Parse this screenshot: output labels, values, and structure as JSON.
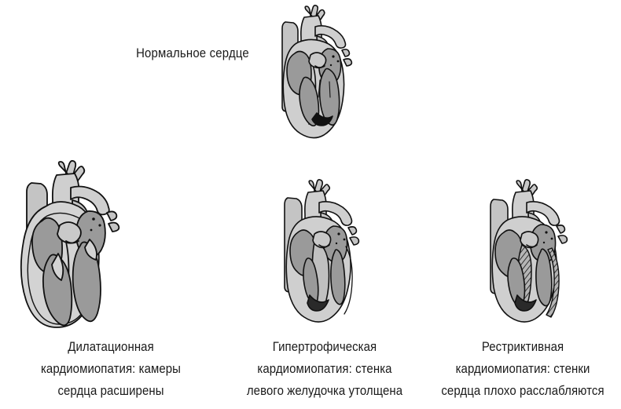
{
  "figure": {
    "type": "medical-illustration",
    "subject": "Cardiomyopathy types compared with a normal heart",
    "language": "ru",
    "background_color": "#ffffff"
  },
  "palette": {
    "outline": "#111111",
    "myocardium": "#c9c9c9",
    "myocardium_light": "#d6d6d6",
    "chamber": "#9a9a9a",
    "chamber_dark": "#8e8e8e",
    "vessel": "#c4c4c4",
    "shadow": "#000000",
    "text": "#1a1a1a"
  },
  "normal": {
    "label": "Нормальное сердце",
    "name": "normal-heart"
  },
  "panels": [
    {
      "name": "dilated-cardiomyopathy",
      "caption_lines": [
        "Дилатационная",
        "кардиомиопатия: камеры",
        "сердца расширены"
      ]
    },
    {
      "name": "hypertrophic-cardiomyopathy",
      "caption_lines": [
        "Гипертрофическая",
        "кардиомиопатия: стенка",
        "левого желудочка утолщена"
      ]
    },
    {
      "name": "restrictive-cardiomyopathy",
      "caption_lines": [
        "Рестриктивная",
        "кардиомиопатия: стенки",
        "сердца плохо расслабляются"
      ]
    }
  ]
}
